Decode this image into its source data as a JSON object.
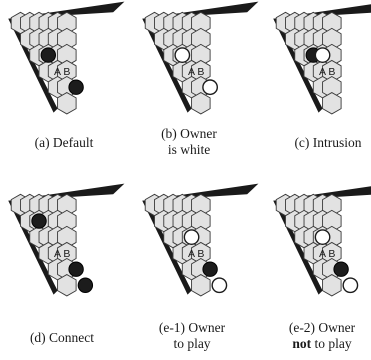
{
  "panels": [
    {
      "id": "a",
      "caption_lines": [
        [
          {
            "text": "(a) Default",
            "bold": false
          }
        ]
      ],
      "stones": [
        {
          "cell": [
            2,
            1
          ],
          "color": "black"
        },
        {
          "cell": [
            4,
            2
          ],
          "color": "black"
        }
      ],
      "marks": [
        {
          "cell": [
            3,
            1
          ],
          "label": "A"
        },
        {
          "cell": [
            3,
            2
          ],
          "label": "B"
        }
      ]
    },
    {
      "id": "b",
      "caption_lines": [
        [
          {
            "text": "(b) Owner",
            "bold": false
          }
        ],
        [
          {
            "text": "is white",
            "bold": false
          }
        ]
      ],
      "stones": [
        {
          "cell": [
            2,
            1
          ],
          "color": "white"
        },
        {
          "cell": [
            4,
            2
          ],
          "color": "white"
        }
      ],
      "marks": [
        {
          "cell": [
            3,
            1
          ],
          "label": "A"
        },
        {
          "cell": [
            3,
            2
          ],
          "label": "B"
        }
      ]
    },
    {
      "id": "c",
      "caption_lines": [
        [
          {
            "text": "(c) Intrusion",
            "bold": false
          }
        ]
      ],
      "stones": [
        {
          "cell": [
            2,
            1
          ],
          "color": "black"
        },
        {
          "cell": [
            2,
            2
          ],
          "color": "white"
        }
      ],
      "marks": [
        {
          "cell": [
            3,
            1
          ],
          "label": "A"
        },
        {
          "cell": [
            3,
            2
          ],
          "label": "B"
        }
      ]
    },
    {
      "id": "d",
      "caption_lines": [
        [
          {
            "text": "(d) Connect",
            "bold": false
          }
        ]
      ],
      "stones": [
        {
          "cell": [
            1,
            1
          ],
          "color": "black"
        },
        {
          "cell": [
            4,
            2
          ],
          "color": "black"
        },
        {
          "cell": [
            5,
            2
          ],
          "color": "black"
        }
      ],
      "marks": [
        {
          "cell": [
            3,
            1
          ],
          "label": "A"
        },
        {
          "cell": [
            3,
            2
          ],
          "label": "B"
        }
      ]
    },
    {
      "id": "e1",
      "caption_lines": [
        [
          {
            "text": "(e-1) Owner",
            "bold": false
          }
        ],
        [
          {
            "text": "to play",
            "bold": false
          }
        ]
      ],
      "stones": [
        {
          "cell": [
            2,
            2
          ],
          "color": "white"
        },
        {
          "cell": [
            4,
            2
          ],
          "color": "black"
        },
        {
          "cell": [
            5,
            2
          ],
          "color": "white"
        }
      ],
      "marks": [
        {
          "cell": [
            3,
            1
          ],
          "label": "A"
        },
        {
          "cell": [
            3,
            2
          ],
          "label": "B"
        }
      ]
    },
    {
      "id": "e2",
      "caption_lines": [
        [
          {
            "text": "(e-2) Owner",
            "bold": false
          }
        ],
        [
          {
            "text": "not",
            "bold": true
          },
          {
            "text": " to play",
            "bold": false
          }
        ]
      ],
      "stones": [
        {
          "cell": [
            2,
            2
          ],
          "color": "white"
        },
        {
          "cell": [
            4,
            2
          ],
          "color": "black"
        },
        {
          "cell": [
            5,
            2
          ],
          "color": "white"
        }
      ],
      "marks": [
        {
          "cell": [
            3,
            1
          ],
          "label": "A"
        },
        {
          "cell": [
            3,
            2
          ],
          "label": "B"
        }
      ]
    }
  ]
}
